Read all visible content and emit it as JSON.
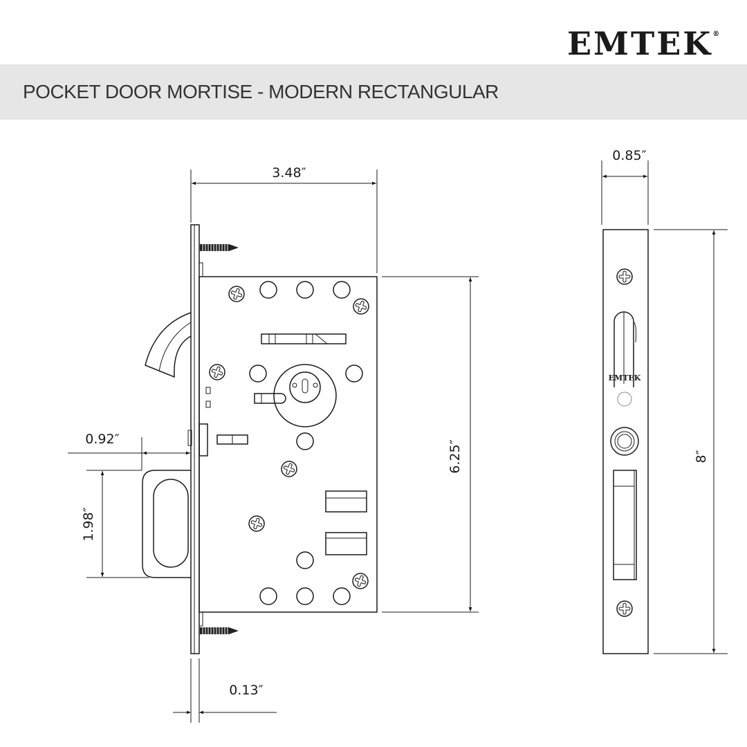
{
  "brand": {
    "logo_text": "EMTEK",
    "registered_mark": "®"
  },
  "header": {
    "title": "POCKET DOOR MORTISE - MODERN RECTANGULAR",
    "band_color": "#e6e6e6"
  },
  "dimensions": {
    "width": "3.48″",
    "body_height": "6.25″",
    "faceplate_height": "8″",
    "faceplate_width": "0.85″",
    "pull_depth": "0.92″",
    "pull_height": "1.98″",
    "faceplate_thickness": "0.13″"
  },
  "faceplate_stamp": "EMTEK"
}
